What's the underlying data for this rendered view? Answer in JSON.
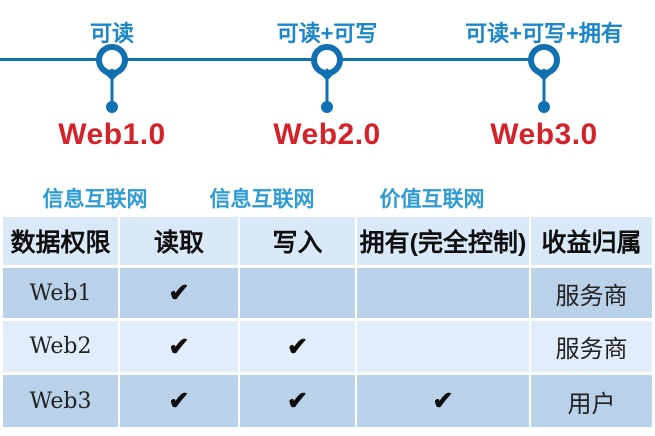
{
  "colors": {
    "timeline_blue": "#1170B2",
    "permission_label_blue": "#1B86C8",
    "network_label_blue": "#2E9BD4",
    "era_red": "#D4222A",
    "header_bg": "#DAE9F8",
    "row_dark_bg": "#BAD1EA",
    "row_light_bg": "#E1EDFA"
  },
  "timeline": {
    "nodes": [
      {
        "permission": "可读",
        "era": "Web1.0",
        "network": "信息互联网"
      },
      {
        "permission": "可读+可写",
        "era": "Web2.0",
        "network": "信息互联网"
      },
      {
        "permission": "可读+可写+拥有",
        "era": "Web3.0",
        "network": "价值互联网"
      }
    ]
  },
  "table": {
    "headers": [
      "数据权限",
      "读取",
      "写入",
      "拥有(完全控制)",
      "收益归属"
    ],
    "rows": [
      {
        "name": "Web1",
        "read": "✔",
        "write": "",
        "own": "",
        "benefit": "服务商"
      },
      {
        "name": "Web2",
        "read": "✔",
        "write": "✔",
        "own": "",
        "benefit": "服务商"
      },
      {
        "name": "Web3",
        "read": "✔",
        "write": "✔",
        "own": "✔",
        "benefit": "用户"
      }
    ]
  }
}
